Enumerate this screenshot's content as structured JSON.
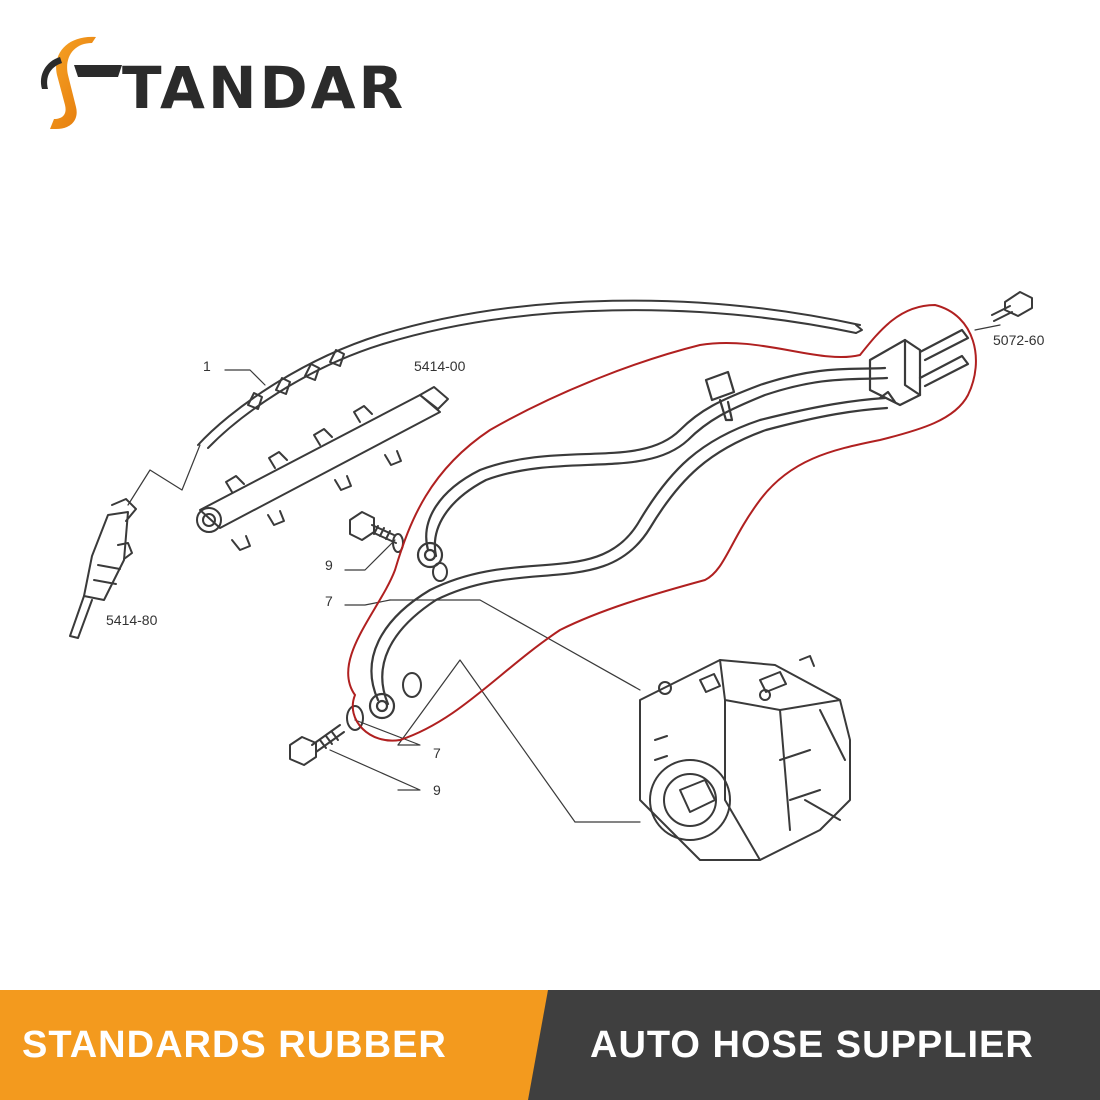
{
  "brand": {
    "name": "TANDAR",
    "text_color": "#2b2b2b",
    "accent_color": "#f08a12",
    "logo_icon": "stylized-s-hose-icon"
  },
  "diagram": {
    "callouts": {
      "part_1": "1",
      "part_5414_00": "5414-00",
      "part_5414_80": "5414-80",
      "part_5072_60": "5072-60",
      "part_9_upper": "9",
      "part_7_upper": "7",
      "part_7_lower": "7",
      "part_9_lower": "9"
    },
    "highlight_color": "#b02020",
    "line_color": "#3a3a3a"
  },
  "banner": {
    "left_text": "STANDARDS RUBBER",
    "right_text": "AUTO HOSE SUPPLIER",
    "left_color": "#f39a1e",
    "right_color": "#3f3f3f"
  }
}
